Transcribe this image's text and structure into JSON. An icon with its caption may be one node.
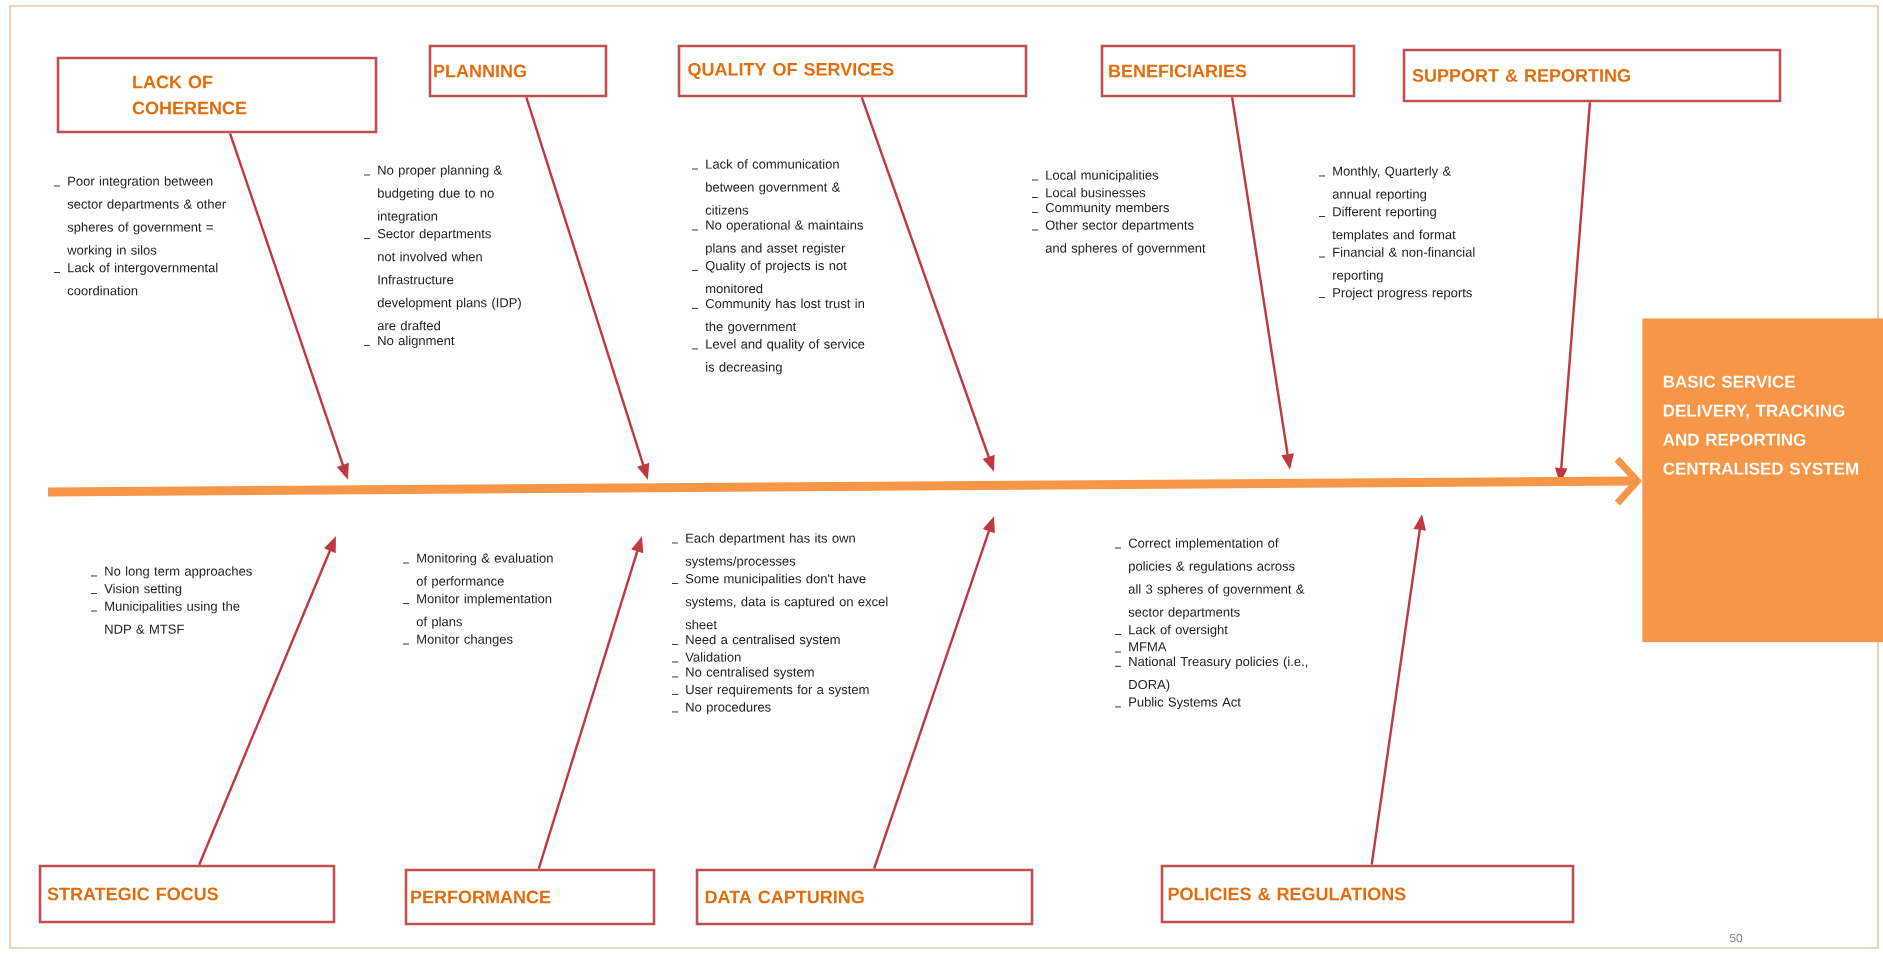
{
  "diagram": {
    "nodes": [
      {
        "text": [
          "LACK OF COHERENCE"
        ],
        "beside": [
          "Poor integration between sector departments & other spheres of government = working in silos",
          "Lack of intergovernmental coordination"
        ]
      },
      {
        "text": [
          "PLANNING"
        ],
        "beside": [
          "No proper planning & budgeting due to no integration",
          "Sector departments not involved when Infrastructure development plans (IDP) are drafted",
          "No alignment"
        ]
      },
      {
        "text": [
          "QUALITY OF SERVICES"
        ],
        "beside": [
          "Lack of communication between government & citizens",
          "No operational & maintains plans and asset register",
          "Quality of projects is not monitored",
          "Community has lost trust in the government",
          "Level and quality of service is decreasing"
        ]
      },
      {
        "text": [
          "BENEFICIARIES"
        ],
        "beside": [
          "Local municipalities",
          "Local businesses",
          "Community members",
          "Other sector departments and spheres of government"
        ]
      },
      {
        "text": [
          "SUPPORT & REPORTING"
        ],
        "beside": [
          "Monthly, Quarterly & annual reporting",
          "Different reporting templates and format",
          "Financial & non-financial reporting",
          "Project progress reports"
        ]
      },
      {
        "text": [
          "STRATEGIC FOCUS"
        ],
        "beside": [
          "No long term approaches",
          "Vision setting",
          "Municipalities using the NDP & MTSF"
        ]
      },
      {
        "text": [
          "PERFORMANCE"
        ],
        "beside": [
          "Monitoring & evaluation of performance",
          "Monitor implementation of plans",
          "Monitor changes"
        ]
      },
      {
        "text": [
          "DATA CAPTURING"
        ],
        "beside": [
          "Each department has its own systems/processes",
          "Some municipalities don't have systems, data is captured on excel sheet",
          "Need a centralised system",
          "Validation",
          "No centralised system",
          "User requirements for a system",
          "No procedures"
        ]
      },
      {
        "text": [
          "POLICIES & REGULATIONS"
        ],
        "beside": [
          "Correct implementation of policies & regulations across all 3 spheres of government & sector departments",
          "Lack of oversight",
          "MFMA",
          "National Treasury policies (i.e., DORA)",
          "Public Systems Act"
        ]
      },
      {
        "text": [
          "BASIC SERVICE DELIVERY, TRACKING AND REPORTING CENTRALISED SYSTEM"
        ]
      }
    ],
    "edges": [
      {
        "from": 0,
        "to": null,
        "arrow": "to"
      },
      {
        "from": 1,
        "to": null,
        "arrow": "to"
      },
      {
        "from": 2,
        "to": null,
        "arrow": "to"
      },
      {
        "from": 3,
        "to": null,
        "arrow": "to"
      },
      {
        "from": 4,
        "to": null,
        "arrow": "to"
      },
      {
        "from": 5,
        "to": null,
        "arrow": "to"
      },
      {
        "from": 6,
        "to": null,
        "arrow": "to"
      },
      {
        "from": 7,
        "to": null,
        "arrow": "to"
      },
      {
        "from": 8,
        "to": null,
        "arrow": "to"
      },
      {
        "from": null,
        "to": 9,
        "arrow": "to",
        "style": "thick",
        "color": "#f79646"
      }
    ],
    "labels": [
      "50"
    ]
  }
}
